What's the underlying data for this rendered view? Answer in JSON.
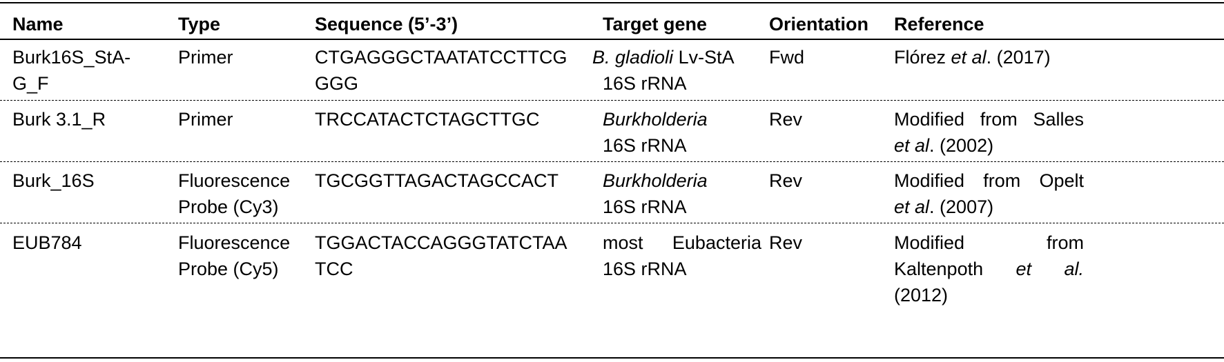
{
  "headers": {
    "name": "Name",
    "type": "Type",
    "sequence": "Sequence (5’-3’)",
    "target": "Target gene",
    "orientation": "Orientation",
    "reference": "Reference"
  },
  "rows": [
    {
      "name": [
        "Burk16S_StA-",
        "G_F"
      ],
      "type": [
        "Primer"
      ],
      "sequence": [
        "CTGAGGGCTAATATCCTTCG",
        "GGG"
      ],
      "target_italic": "B. gladioli",
      "target_rest": " Lv-StA",
      "target_line2": "16S rRNA",
      "orientation": "Fwd",
      "ref_pre": "Flórez ",
      "ref_etal": "et al",
      "ref_post": ". (2017)"
    },
    {
      "name": [
        "Burk 3.1_R"
      ],
      "type": [
        "Primer"
      ],
      "sequence": [
        "TRCCATACTCTAGCTTGC"
      ],
      "target_italic": "Burkholderia",
      "target_line2": "16S rRNA",
      "orientation": "Rev",
      "ref_line1_words": [
        "Modified",
        "from",
        "Salles"
      ],
      "ref_etal": "et al",
      "ref_post": ". (2002)"
    },
    {
      "name": [
        "Burk_16S"
      ],
      "type": [
        "Fluorescence",
        "Probe (Cy3)"
      ],
      "sequence": [
        "TGCGGTTAGACTAGCCACT"
      ],
      "target_italic": "Burkholderia",
      "target_line2": "16S rRNA",
      "orientation": "Rev",
      "ref_line1_words": [
        "Modified",
        "from",
        "Opelt"
      ],
      "ref_etal": "et al",
      "ref_post": ". (2007)"
    },
    {
      "name": [
        "EUB784"
      ],
      "type": [
        "Fluorescence",
        "Probe (Cy5)"
      ],
      "sequence": [
        "TGGACTACCAGGGTATCTAA",
        "TCC"
      ],
      "target_line1_words": [
        "most",
        "Eubacteria"
      ],
      "target_line2": "16S rRNA",
      "orientation": "Rev",
      "ref_line1_words": [
        "Modified",
        "from"
      ],
      "ref_line2_words": [
        "Kaltenpoth",
        "et",
        "al."
      ],
      "ref_line3": "(2012)"
    }
  ]
}
